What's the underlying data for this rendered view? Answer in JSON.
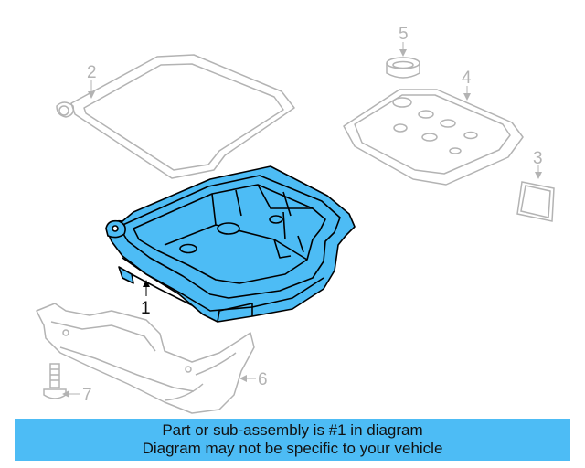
{
  "colors": {
    "highlight_fill": "#4dbcf5",
    "highlight_stroke": "#000000",
    "dim_stroke": "#b3b3b3",
    "banner_bg": "#4dbcf5"
  },
  "callouts": {
    "part_1": "1",
    "part_2": "2",
    "part_3": "3",
    "part_4": "4",
    "part_5": "5",
    "part_6": "6",
    "part_7": "7"
  },
  "banner": {
    "line1": "Part or sub-assembly is #1 in diagram",
    "line2": "Diagram may not be specific to your vehicle"
  }
}
